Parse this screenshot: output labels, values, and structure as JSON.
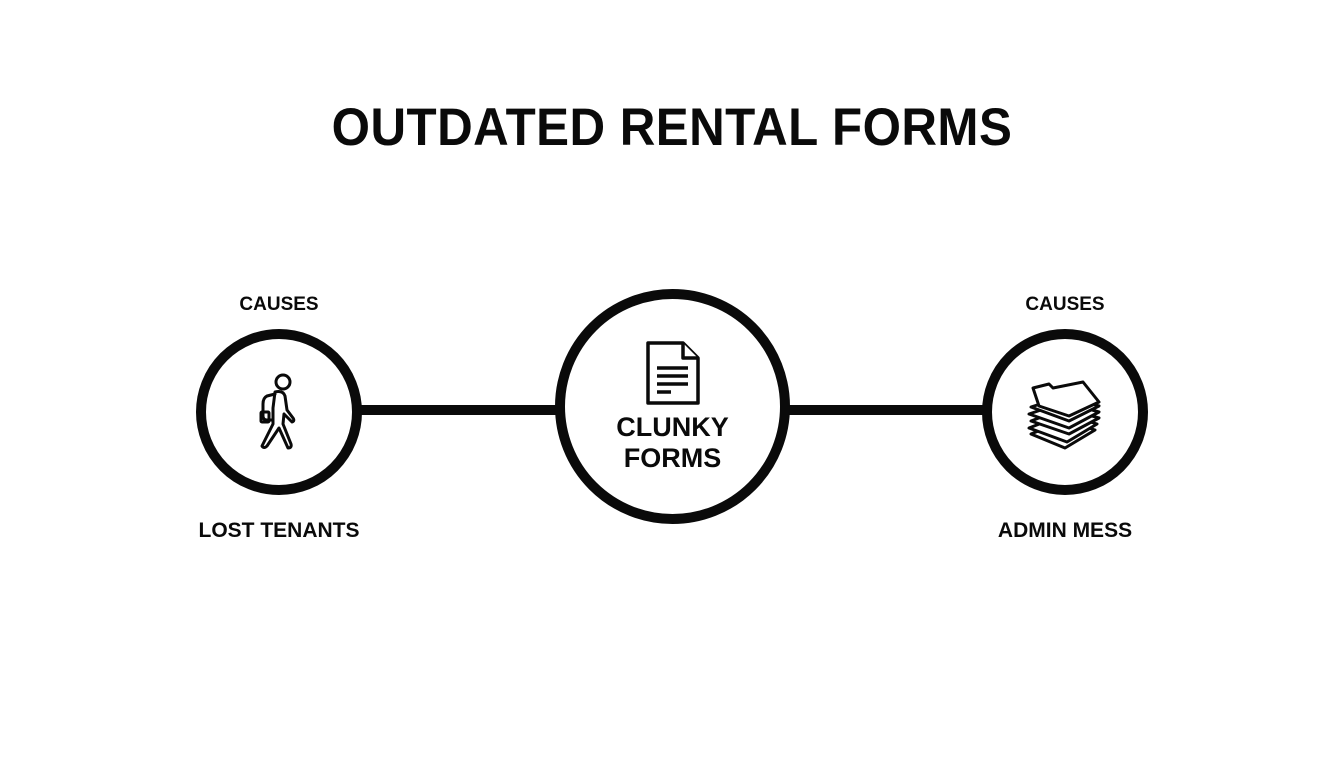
{
  "title": "OUTDATED RENTAL FORMS",
  "center_node": {
    "line1": "CLUNKY",
    "line2": "FORMS",
    "icon": "document-icon"
  },
  "left_node": {
    "top_label": "CAUSES",
    "bottom_label": "LOST TENANTS",
    "icon": "walking-person-icon"
  },
  "right_node": {
    "top_label": "CAUSES",
    "bottom_label": "ADMIN MESS",
    "icon": "paper-stack-icon"
  },
  "colors": {
    "stroke": "#0a0a0a",
    "background": "#ffffff"
  }
}
